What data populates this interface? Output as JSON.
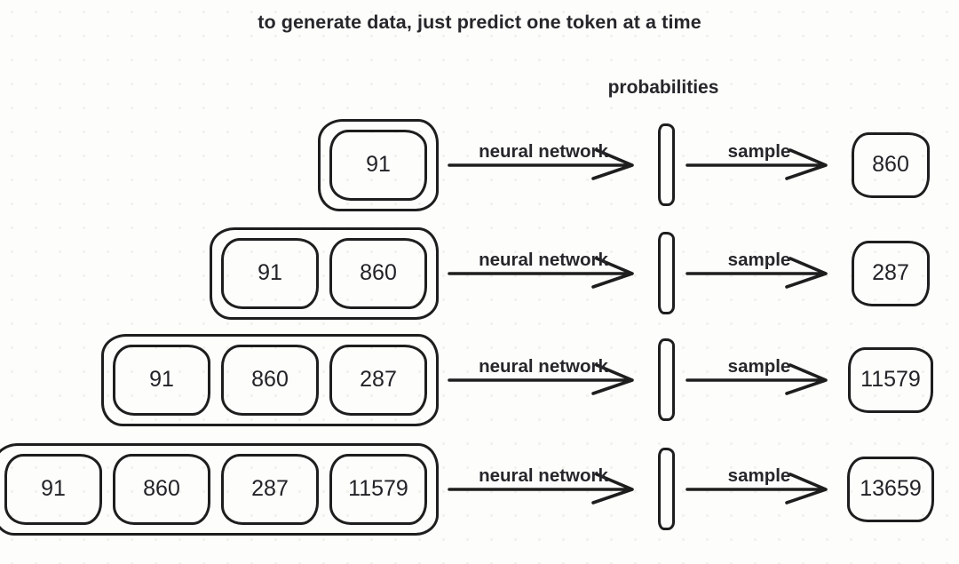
{
  "title": "to generate data, just predict one token at a time",
  "probabilities_label": "probabilities",
  "labels": {
    "neural_network": "neural network",
    "sample": "sample"
  },
  "rows": [
    {
      "context": [
        "91"
      ],
      "output": "860"
    },
    {
      "context": [
        "91",
        "860"
      ],
      "output": "287"
    },
    {
      "context": [
        "91",
        "860",
        "287"
      ],
      "output": "11579"
    },
    {
      "context": [
        "91",
        "860",
        "287",
        "11579"
      ],
      "output": "13659"
    }
  ],
  "colors": {
    "ink": "#1e1e1e",
    "background": "#fdfdfb"
  }
}
